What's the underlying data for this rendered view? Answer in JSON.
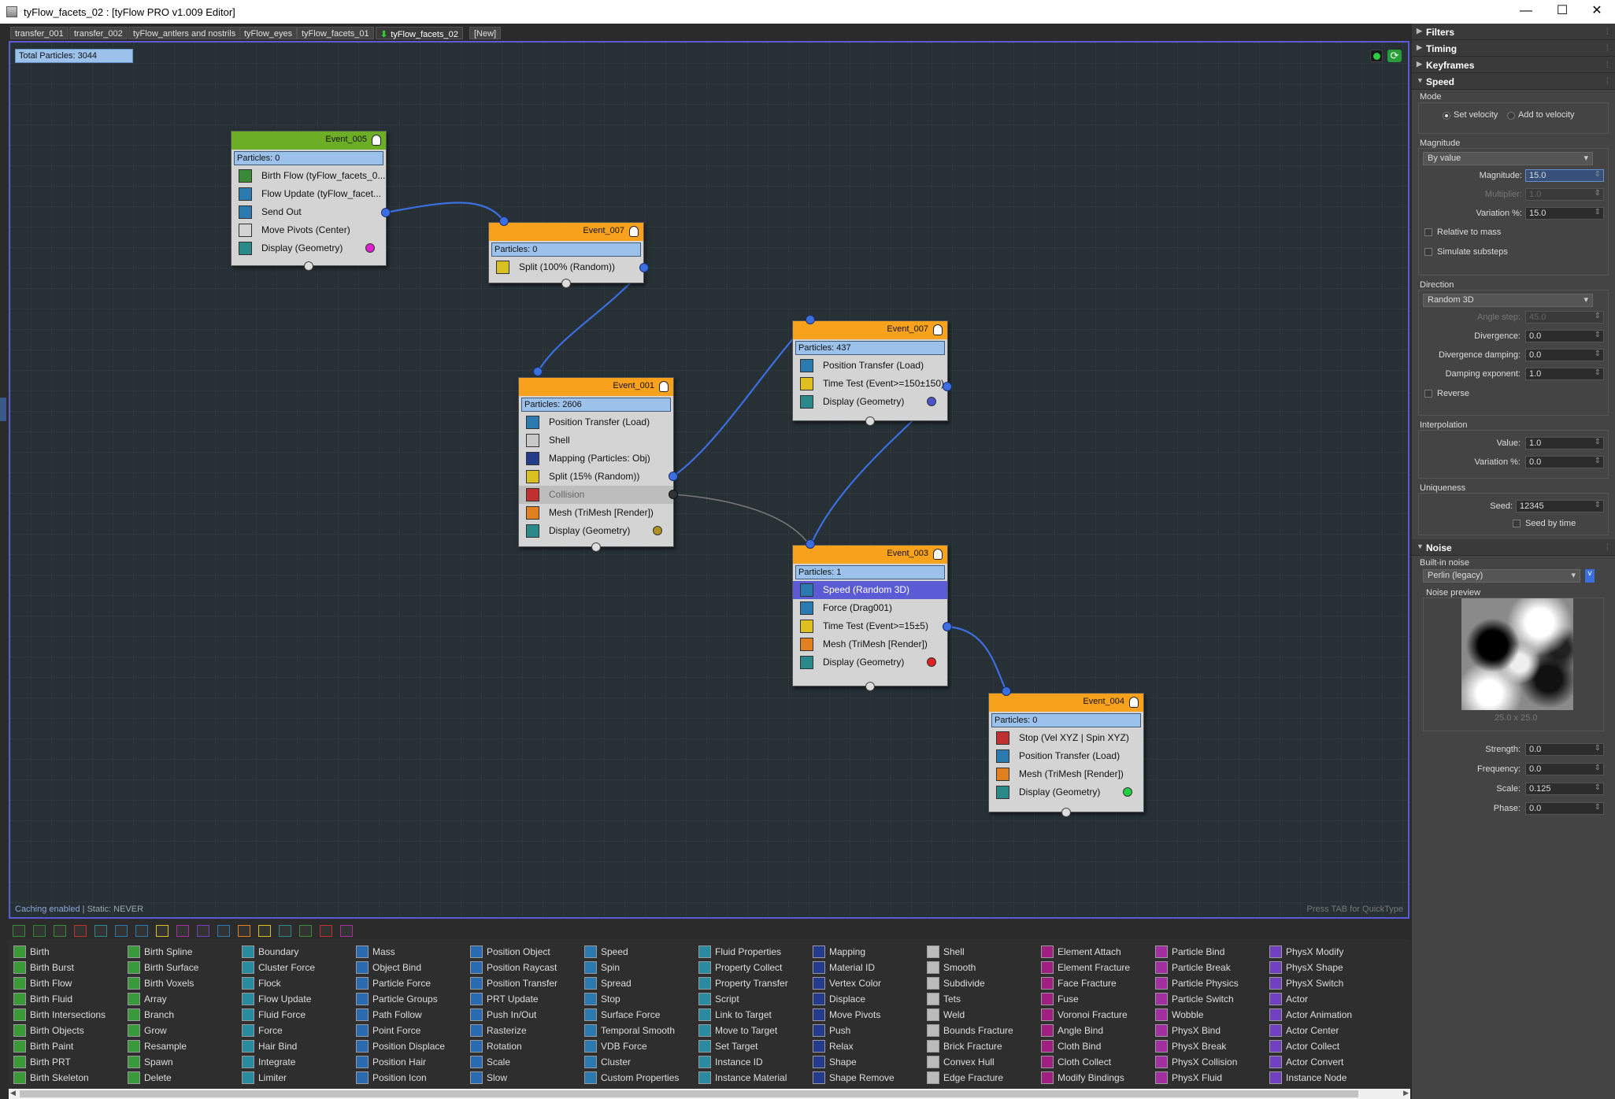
{
  "window": {
    "title": "tyFlow_facets_02 : [tyFlow PRO v1.009 Editor]",
    "minimize": "—",
    "maximize": "☐",
    "close": "✕"
  },
  "tabs": [
    "transfer_001",
    "transfer_002",
    "tyFlow_antlers and nostrils",
    "tyFlow_eyes",
    "tyFlow_facets_01",
    "tyFlow_facets_02",
    "[New]"
  ],
  "canvas": {
    "total": "Total Particles: 3044",
    "status_caching": "Caching enabled",
    "status_sep": " | ",
    "status_static": "Static: NEVER",
    "hint": "Press TAB for QuickType",
    "cache_icon_2": "⟳"
  },
  "nodes": {
    "event_005": {
      "title": "Event_005",
      "particles": "Particles: 0",
      "ops": [
        "Birth Flow (tyFlow_facets_0...",
        "Flow Update (tyFlow_facet...",
        "Send Out",
        "Move Pivots (Center)",
        "Display (Geometry)"
      ],
      "display_color": "#e020d0"
    },
    "event_007a": {
      "title": "Event_007",
      "particles": "Particles: 0",
      "ops": [
        "Split (100% (Random))"
      ]
    },
    "event_001": {
      "title": "Event_001",
      "particles": "Particles: 2606",
      "ops": [
        "Position Transfer (Load)",
        "Shell",
        "Mapping (Particles: Obj)",
        "Split (15% (Random))",
        "Collision",
        "Mesh (TriMesh [Render])",
        "Display (Geometry)"
      ],
      "display_color": "#b09020"
    },
    "event_007b": {
      "title": "Event_007",
      "particles": "Particles: 437",
      "ops": [
        "Position Transfer (Load)",
        "Time Test (Event>=150±150)",
        "Display (Geometry)"
      ],
      "display_color": "#4a56c8"
    },
    "event_003": {
      "title": "Event_003",
      "particles": "Particles: 1",
      "ops": [
        "Speed (Random 3D)",
        "Force (Drag001)",
        "Time Test (Event>=15±5)",
        "Mesh (TriMesh [Render])",
        "Display (Geometry)"
      ],
      "display_color": "#e02020"
    },
    "event_004": {
      "title": "Event_004",
      "particles": "Particles: 0",
      "ops": [
        "Stop (Vel XYZ | Spin XYZ)",
        "Position Transfer (Load)",
        "Mesh (TriMesh [Render])",
        "Display (Geometry)"
      ],
      "display_color": "#20d040"
    }
  },
  "palette": [
    [
      "Birth",
      "Birth Burst",
      "Birth Flow",
      "Birth Fluid",
      "Birth Intersections",
      "Birth Objects",
      "Birth Paint",
      "Birth PRT",
      "Birth Skeleton"
    ],
    [
      "Birth Spline",
      "Birth Surface",
      "Birth Voxels",
      "Array",
      "Branch",
      "Grow",
      "Resample",
      "Spawn",
      "Delete"
    ],
    [
      "Boundary",
      "Cluster Force",
      "Flock",
      "Flow Update",
      "Fluid Force",
      "Force",
      "Hair Bind",
      "Integrate",
      "Limiter"
    ],
    [
      "Mass",
      "Object Bind",
      "Particle Force",
      "Particle Groups",
      "Path Follow",
      "Point Force",
      "Position Displace",
      "Position Hair",
      "Position Icon"
    ],
    [
      "Position Object",
      "Position Raycast",
      "Position Transfer",
      "PRT Update",
      "Push In/Out",
      "Rasterize",
      "Rotation",
      "Scale",
      "Slow"
    ],
    [
      "Speed",
      "Spin",
      "Spread",
      "Stop",
      "Surface Force",
      "Temporal Smooth",
      "VDB Force",
      "Cluster",
      "Custom Properties"
    ],
    [
      "Fluid Properties",
      "Property Collect",
      "Property Transfer",
      "Script",
      "Link to Target",
      "Move to Target",
      "Set Target",
      "Instance ID",
      "Instance Material"
    ],
    [
      "Mapping",
      "Material ID",
      "Vertex Color",
      "Displace",
      "Move Pivots",
      "Push",
      "Relax",
      "Shape",
      "Shape Remove"
    ],
    [
      "Shell",
      "Smooth",
      "Subdivide",
      "Tets",
      "Weld",
      "Bounds Fracture",
      "Brick Fracture",
      "Convex Hull",
      "Edge Fracture"
    ],
    [
      "Element Attach",
      "Element Fracture",
      "Face Fracture",
      "Fuse",
      "Voronoi Fracture",
      "Angle Bind",
      "Cloth Bind",
      "Cloth Collect",
      "Modify Bindings"
    ],
    [
      "Particle Bind",
      "Particle Break",
      "Particle Physics",
      "Particle Switch",
      "Wobble",
      "PhysX Bind",
      "PhysX Break",
      "PhysX Collision",
      "PhysX Fluid"
    ],
    [
      "PhysX Modify",
      "PhysX Shape",
      "PhysX Switch",
      "Actor",
      "Actor Animation",
      "Actor Center",
      "Actor Collect",
      "Actor Convert",
      "Instance Node"
    ]
  ],
  "panel": {
    "filters": "Filters",
    "timing": "Timing",
    "keyframes": "Keyframes",
    "speed": "Speed",
    "noise": "Noise",
    "mode_label": "Mode",
    "set_velocity": "Set velocity",
    "add_to_velocity": "Add to velocity",
    "magnitude_group": "Magnitude",
    "by_value": "By value",
    "magnitude_label": "Magnitude:",
    "magnitude": "15.0",
    "multiplier_label": "Multiplier:",
    "multiplier": "1.0",
    "variation_label": "Variation %:",
    "variation": "15.0",
    "relative_to_mass": "Relative to mass",
    "simulate_substeps": "Simulate substeps",
    "direction_group": "Direction",
    "direction": "Random 3D",
    "angle_step_label": "Angle step:",
    "angle_step": "45.0",
    "divergence_label": "Divergence:",
    "divergence": "0.0",
    "div_damping_label": "Divergence damping:",
    "div_damping": "0.0",
    "damping_exp_label": "Damping exponent:",
    "damping_exp": "1.0",
    "reverse": "Reverse",
    "interp_group": "Interpolation",
    "value_label": "Value:",
    "value": "1.0",
    "interp_var_label": "Variation %:",
    "interp_var": "0.0",
    "uniq_group": "Uniqueness",
    "seed_label": "Seed:",
    "seed": "12345",
    "seed_by_time": "Seed by time",
    "builtin_noise": "Built-in noise",
    "noise_type": "Perlin (legacy)",
    "noise_preview": "Noise preview",
    "preview_size": "25.0 x 25.0",
    "strength_label": "Strength:",
    "strength": "0.0",
    "frequency_label": "Frequency:",
    "frequency": "0.0",
    "scale_label": "Scale:",
    "scale": "0.125",
    "phase_label": "Phase:",
    "phase": "0.0"
  }
}
